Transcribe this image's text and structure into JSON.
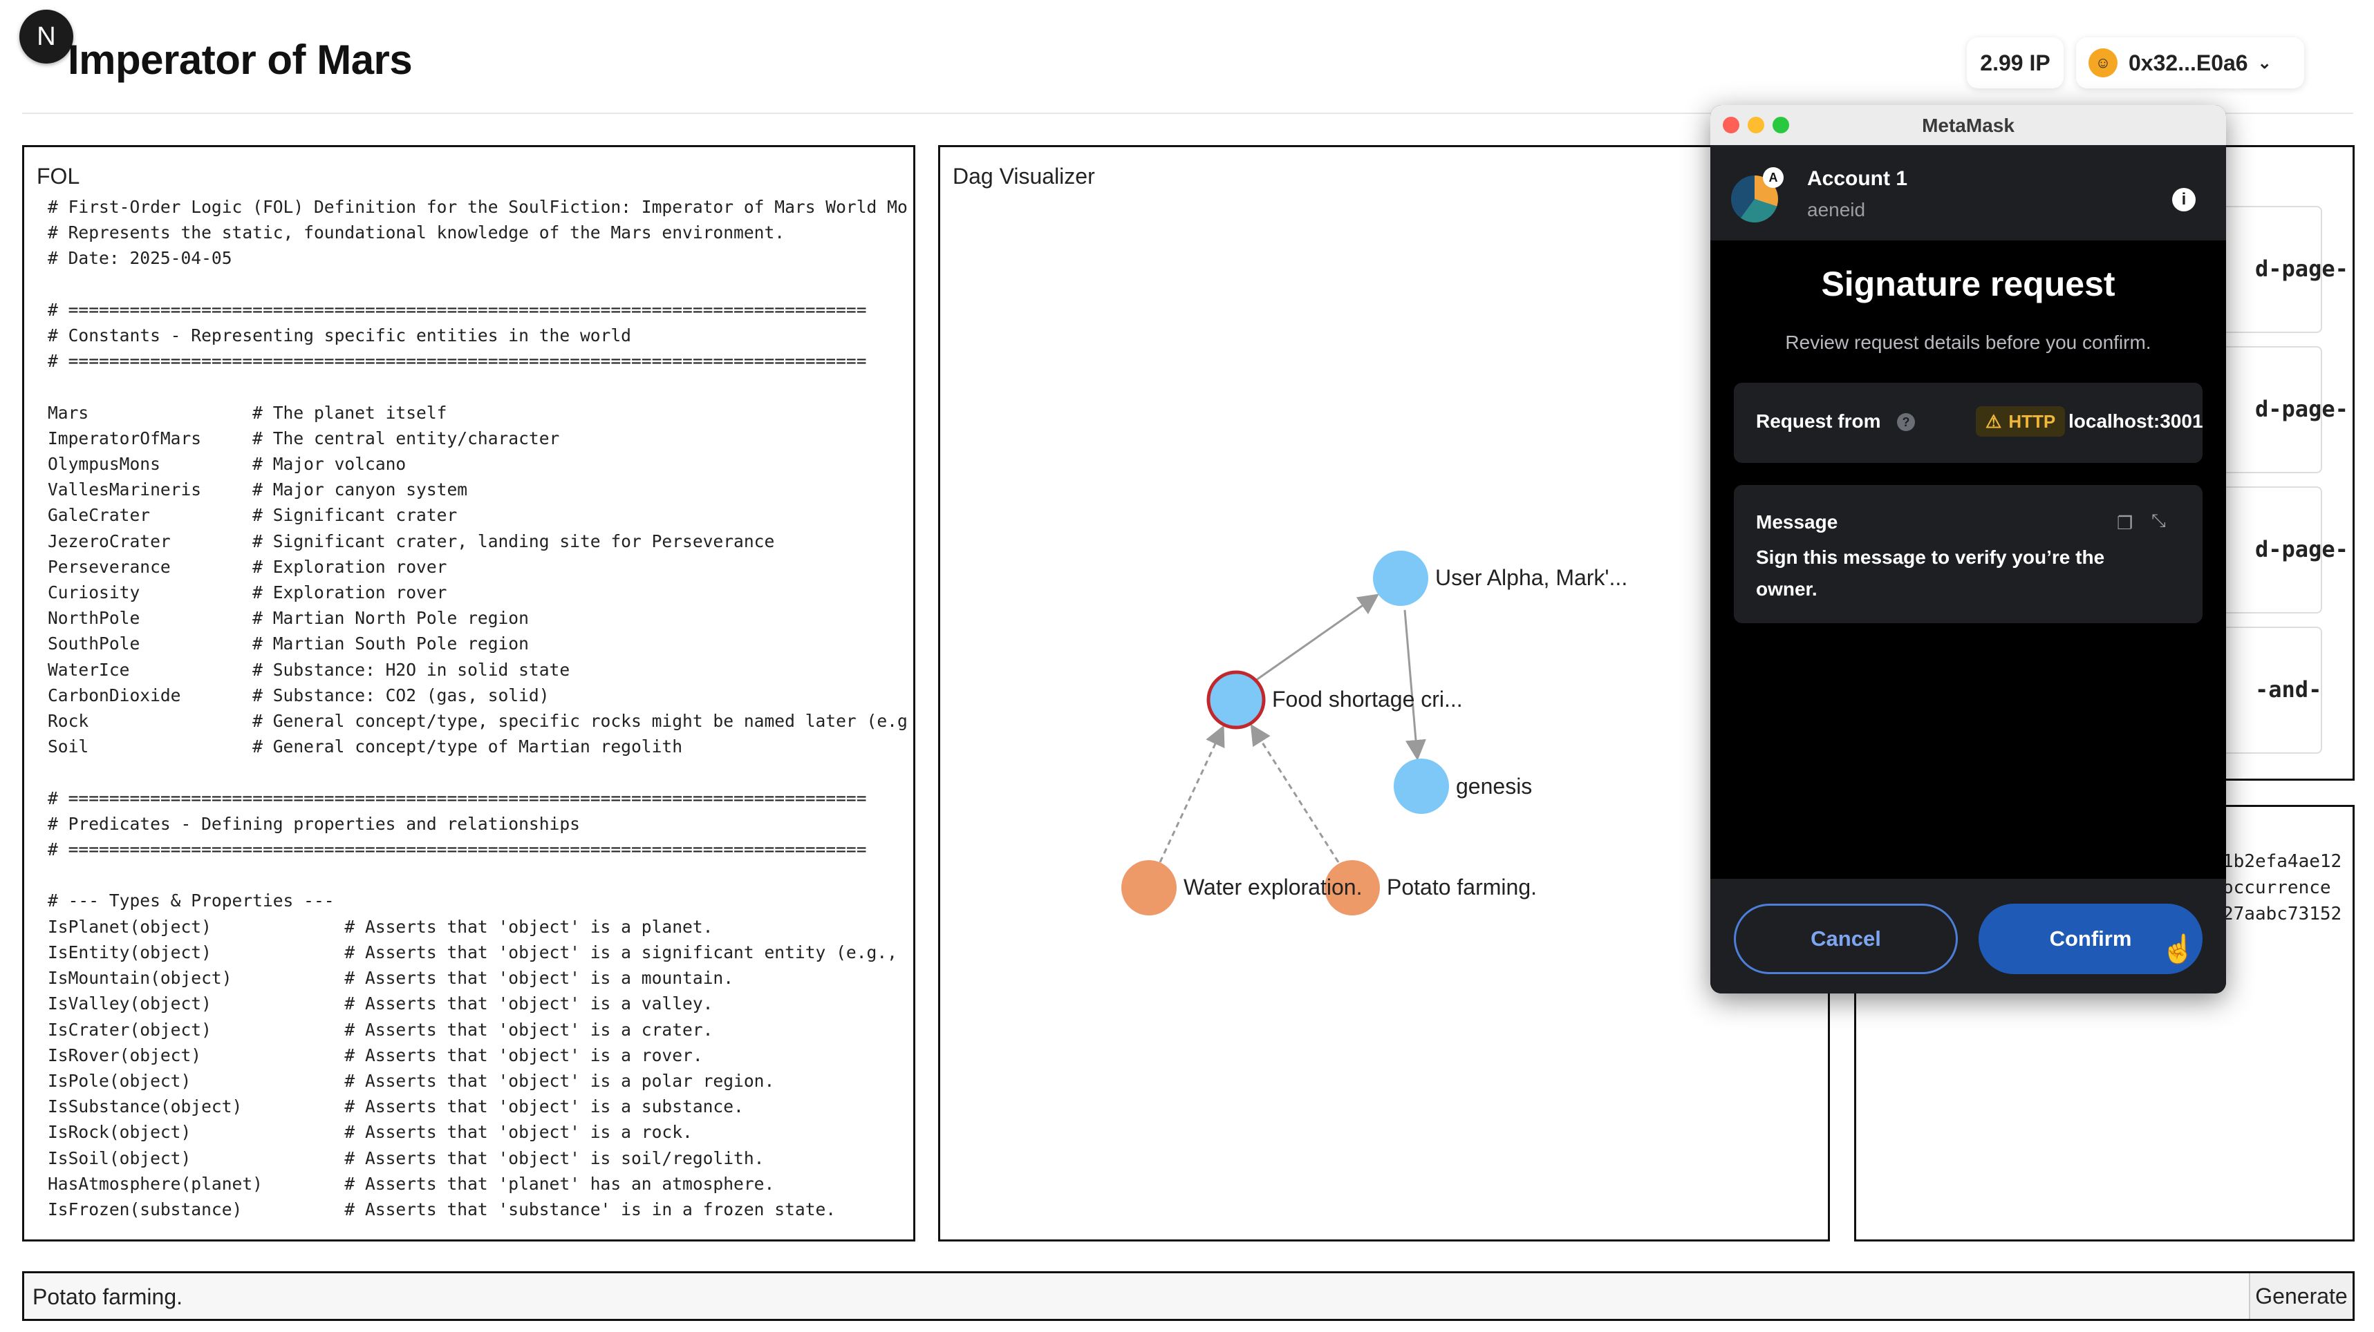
{
  "header": {
    "logo_letter": "N",
    "title": "Imperator of Mars",
    "balance": "2.99 IP",
    "account_address": "0x32...E0a6"
  },
  "fol": {
    "label": "FOL",
    "code": "# First-Order Logic (FOL) Definition for the SoulFiction: Imperator of Mars World Mo\n# Represents the static, foundational knowledge of the Mars environment.\n# Date: 2025-04-05\n\n# ==============================================================================\n# Constants - Representing specific entities in the world\n# ==============================================================================\n\nMars                # The planet itself\nImperatorOfMars     # The central entity/character\nOlympusMons         # Major volcano\nVallesMarineris     # Major canyon system\nGaleCrater          # Significant crater\nJezeroCrater        # Significant crater, landing site for Perseverance\nPerseverance        # Exploration rover\nCuriosity           # Exploration rover\nNorthPole           # Martian North Pole region\nSouthPole           # Martian South Pole region\nWaterIce            # Substance: H2O in solid state\nCarbonDioxide       # Substance: CO2 (gas, solid)\nRock                # General concept/type, specific rocks might be named later (e.g\nSoil                # General concept/type of Martian regolith\n\n# ==============================================================================\n# Predicates - Defining properties and relationships\n# ==============================================================================\n\n# --- Types & Properties ---\nIsPlanet(object)             # Asserts that 'object' is a planet.\nIsEntity(object)             # Asserts that 'object' is a significant entity (e.g.,\nIsMountain(object)           # Asserts that 'object' is a mountain.\nIsValley(object)             # Asserts that 'object' is a valley.\nIsCrater(object)             # Asserts that 'object' is a crater.\nIsRover(object)              # Asserts that 'object' is a rover.\nIsPole(object)               # Asserts that 'object' is a polar region.\nIsSubstance(object)          # Asserts that 'object' is a substance.\nIsRock(object)               # Asserts that 'object' is a rock.\nIsSoil(object)               # Asserts that 'object' is soil/regolith.\nHasAtmosphere(planet)        # Asserts that 'planet' has an atmosphere.\nIsFrozen(substance)          # Asserts that 'substance' is in a frozen state."
  },
  "dag": {
    "label": "Dag Visualizer",
    "colors": {
      "blue_node": "#7dc8f7",
      "orange_node": "#ee9a68",
      "selected_ring": "#c0282e",
      "edge": "#9a9a9a"
    },
    "nodes": [
      {
        "id": "user",
        "label": "User Alpha, Mark'...",
        "color": "blue"
      },
      {
        "id": "food",
        "label": "Food shortage cri...",
        "color": "blue",
        "selected": true
      },
      {
        "id": "genesis",
        "label": "genesis",
        "color": "blue"
      },
      {
        "id": "water",
        "label": "Water exploration.",
        "color": "orange"
      },
      {
        "id": "potato",
        "label": "Potato farming.",
        "color": "orange"
      }
    ],
    "edges": [
      {
        "from": "food",
        "to": "user",
        "style": "solid"
      },
      {
        "from": "user",
        "to": "genesis",
        "style": "solid"
      },
      {
        "from": "water",
        "to": "food",
        "style": "dashed"
      },
      {
        "from": "potato",
        "to": "food",
        "style": "dashed"
      }
    ]
  },
  "right_panel": {
    "cards": [
      "d-page-",
      "d-page-",
      "d-page-",
      "-and-"
    ],
    "hash_lines": "1b2efa4ae12\noccurrence\n27aabc73152"
  },
  "input_bar": {
    "value": "Potato farming.",
    "generate_label": "Generate"
  },
  "metamask": {
    "window_title": "MetaMask",
    "account_name": "Account 1",
    "account_sub": "aeneid",
    "account_badge": "A",
    "heading": "Signature request",
    "subheading": "Review request details before you confirm.",
    "request_from_label": "Request from",
    "http_badge": "HTTP",
    "origin": "localhost:3001",
    "message_label": "Message",
    "message_text": "Sign this message to verify you’re the owner.",
    "cancel_label": "Cancel",
    "confirm_label": "Confirm",
    "colors": {
      "background": "#000000",
      "card": "#1e1f22",
      "confirm": "#1f5bb6",
      "warning": "#f0b73b"
    }
  }
}
